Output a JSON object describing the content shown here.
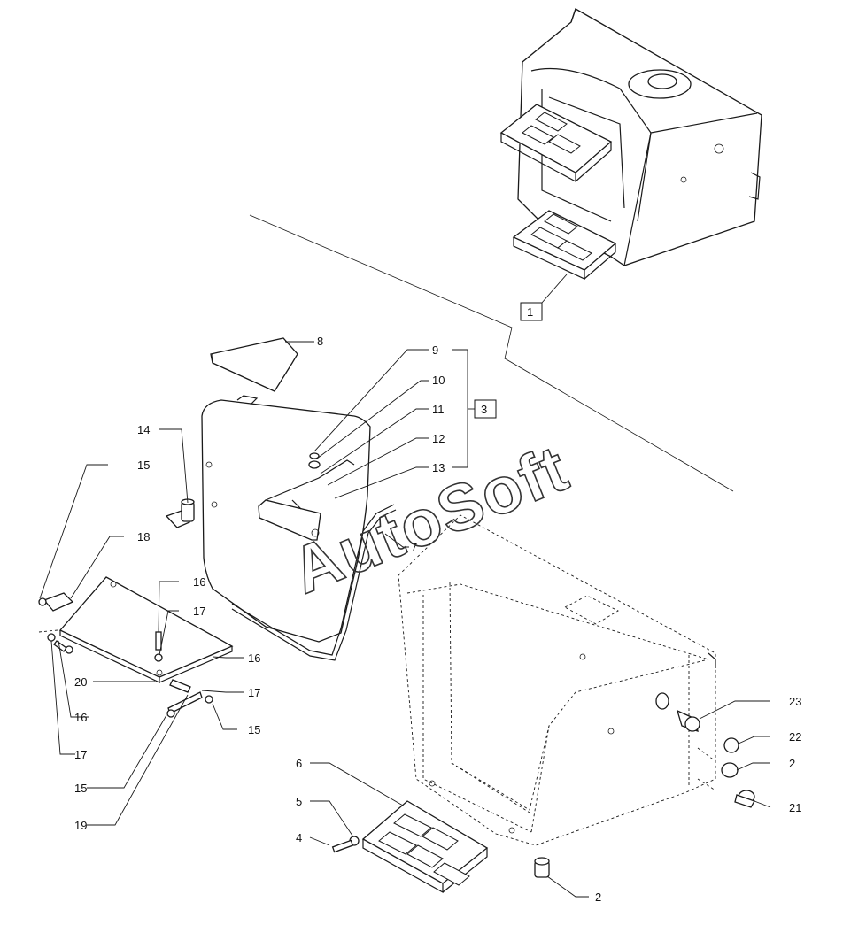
{
  "watermark": "AutoSoft",
  "callouts": {
    "c1": "1",
    "c2a": "2",
    "c2b": "2",
    "c3": "3",
    "c4": "4",
    "c5": "5",
    "c6": "6",
    "c7": "7",
    "c8": "8",
    "c9": "9",
    "c10": "10",
    "c11": "11",
    "c12": "12",
    "c13": "13",
    "c14": "14",
    "c15a": "15",
    "c15b": "15",
    "c15c": "15",
    "c16a": "16",
    "c16b": "16",
    "c16c": "16",
    "c17a": "17",
    "c17b": "17",
    "c17c": "17",
    "c18": "18",
    "c19": "19",
    "c20": "20",
    "c21": "21",
    "c22": "22",
    "c23": "23"
  }
}
